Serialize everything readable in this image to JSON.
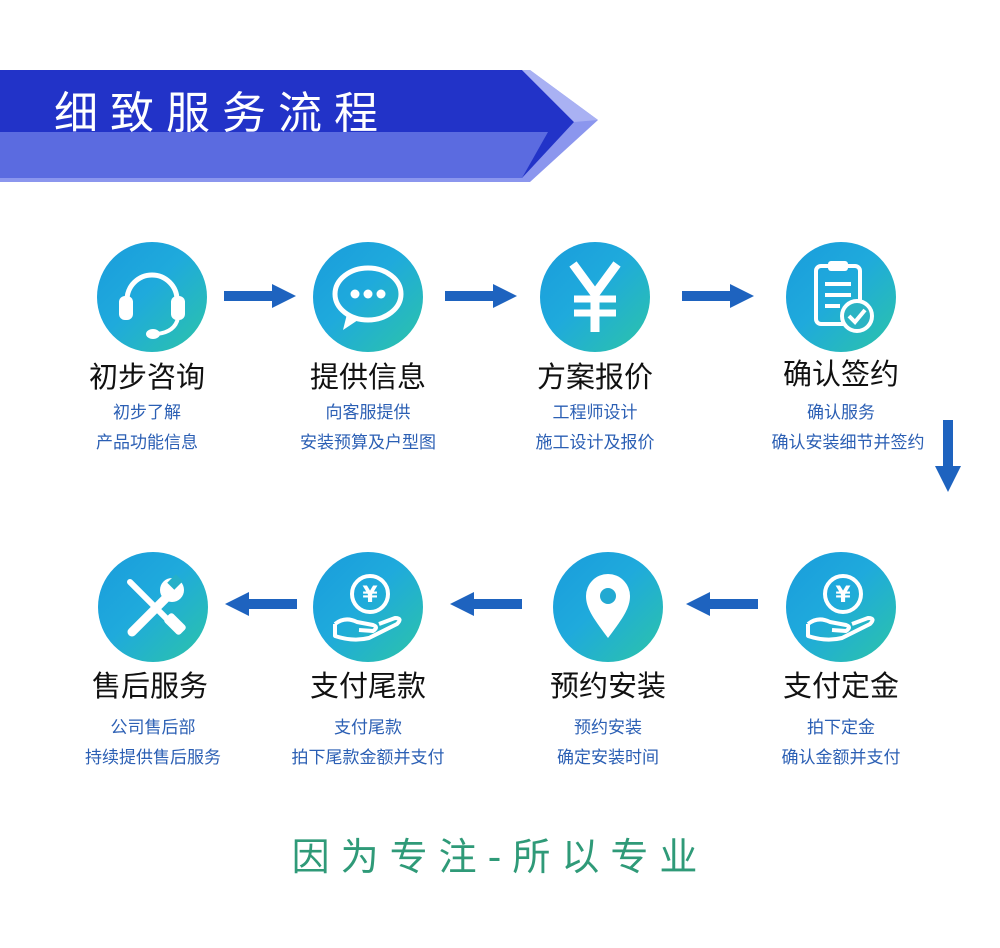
{
  "banner": {
    "title": "细致服务流程",
    "colors": {
      "dark": "#2233c8",
      "light": "#5b6be0",
      "tip": "#8b96ee"
    }
  },
  "steps": [
    {
      "icon": "headset-icon",
      "title": "初步咨询",
      "desc1": "初步了解",
      "desc2": "产品功能信息"
    },
    {
      "icon": "chat-bubble-icon",
      "title": "提供信息",
      "desc1": "向客服提供",
      "desc2": "安装预算及户型图"
    },
    {
      "icon": "yen-icon",
      "title": "方案报价",
      "desc1": "工程师设计",
      "desc2": "施工设计及报价"
    },
    {
      "icon": "clipboard-check-icon",
      "title": "确认签约",
      "desc1": "确认服务",
      "desc2": "确认安装细节并签约"
    },
    {
      "icon": "hand-coin-icon",
      "title": "支付定金",
      "desc1": "拍下定金",
      "desc2": "确认金额并支付"
    },
    {
      "icon": "location-pin-icon",
      "title": "预约安装",
      "desc1": "预约安装",
      "desc2": "确定安装时间"
    },
    {
      "icon": "hand-coin-icon",
      "title": "支付尾款",
      "desc1": "支付尾款",
      "desc2": "拍下尾款金额并支付"
    },
    {
      "icon": "tools-icon",
      "title": "售后服务",
      "desc1": "公司售后部",
      "desc2": "持续提供售后服务"
    }
  ],
  "slogan": "因为专注-所以专业",
  "colors": {
    "gradient_start": "#1a9cdb",
    "gradient_end": "#2cc4a8",
    "arrow": "#1e63bf",
    "desc_text": "#2b5fb4",
    "slogan_text": "#2f9a78"
  }
}
